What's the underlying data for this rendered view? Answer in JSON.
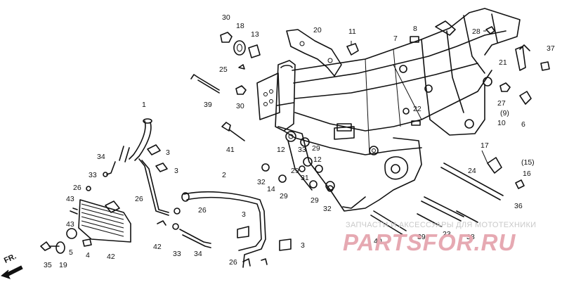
{
  "diagram": {
    "labels": [
      {
        "id": "l30a",
        "text": "30"
      },
      {
        "id": "l18",
        "text": "18"
      },
      {
        "id": "l13",
        "text": "13"
      },
      {
        "id": "l20",
        "text": "20"
      },
      {
        "id": "l11",
        "text": "11"
      },
      {
        "id": "l7",
        "text": "7"
      },
      {
        "id": "l8",
        "text": "8"
      },
      {
        "id": "l28",
        "text": "28"
      },
      {
        "id": "l37",
        "text": "37"
      },
      {
        "id": "l21",
        "text": "21"
      },
      {
        "id": "l25",
        "text": "25"
      },
      {
        "id": "l39a",
        "text": "39"
      },
      {
        "id": "l30b",
        "text": "30"
      },
      {
        "id": "l1",
        "text": "1"
      },
      {
        "id": "l27",
        "text": "27"
      },
      {
        "id": "l9",
        "text": "(9)"
      },
      {
        "id": "l10",
        "text": "10"
      },
      {
        "id": "l6",
        "text": "6"
      },
      {
        "id": "l22",
        "text": "22"
      },
      {
        "id": "l41",
        "text": "41"
      },
      {
        "id": "l12a",
        "text": "12"
      },
      {
        "id": "l33a",
        "text": "33"
      },
      {
        "id": "l29a",
        "text": "29"
      },
      {
        "id": "l34a",
        "text": "34"
      },
      {
        "id": "l3a",
        "text": "3"
      },
      {
        "id": "l3b",
        "text": "3"
      },
      {
        "id": "l12b",
        "text": "12"
      },
      {
        "id": "l29b",
        "text": "29"
      },
      {
        "id": "l31",
        "text": "31"
      },
      {
        "id": "l17",
        "text": "17"
      },
      {
        "id": "l15",
        "text": "(15)"
      },
      {
        "id": "l16",
        "text": "16"
      },
      {
        "id": "l24",
        "text": "24"
      },
      {
        "id": "l33b",
        "text": "33"
      },
      {
        "id": "l26a",
        "text": "26"
      },
      {
        "id": "l2",
        "text": "2"
      },
      {
        "id": "l32a",
        "text": "32"
      },
      {
        "id": "l14",
        "text": "14"
      },
      {
        "id": "l29c",
        "text": "29"
      },
      {
        "id": "l29d",
        "text": "29"
      },
      {
        "id": "l32b",
        "text": "32"
      },
      {
        "id": "l43a",
        "text": "43"
      },
      {
        "id": "l26b",
        "text": "26"
      },
      {
        "id": "l26c",
        "text": "26"
      },
      {
        "id": "l36",
        "text": "36"
      },
      {
        "id": "l23",
        "text": "23"
      },
      {
        "id": "l3c",
        "text": "3"
      },
      {
        "id": "l40",
        "text": "40"
      },
      {
        "id": "l39b",
        "text": "39"
      },
      {
        "id": "l38",
        "text": "38"
      },
      {
        "id": "l3d",
        "text": "3"
      },
      {
        "id": "l43b",
        "text": "43"
      },
      {
        "id": "l5",
        "text": "5"
      },
      {
        "id": "l42a",
        "text": "42"
      },
      {
        "id": "l33c",
        "text": "33"
      },
      {
        "id": "l34b",
        "text": "34"
      },
      {
        "id": "l35",
        "text": "35"
      },
      {
        "id": "l19",
        "text": "19"
      },
      {
        "id": "l4",
        "text": "4"
      },
      {
        "id": "l42b",
        "text": "42"
      },
      {
        "id": "l26d",
        "text": "26"
      }
    ],
    "direction_marker": "FR.",
    "watermark": {
      "line1": "ЗАПЧАСТИ И АКСЕССУАРЫ ДЛЯ МОТОТЕХНИКИ",
      "line2": "PARTSFOR.RU"
    }
  }
}
